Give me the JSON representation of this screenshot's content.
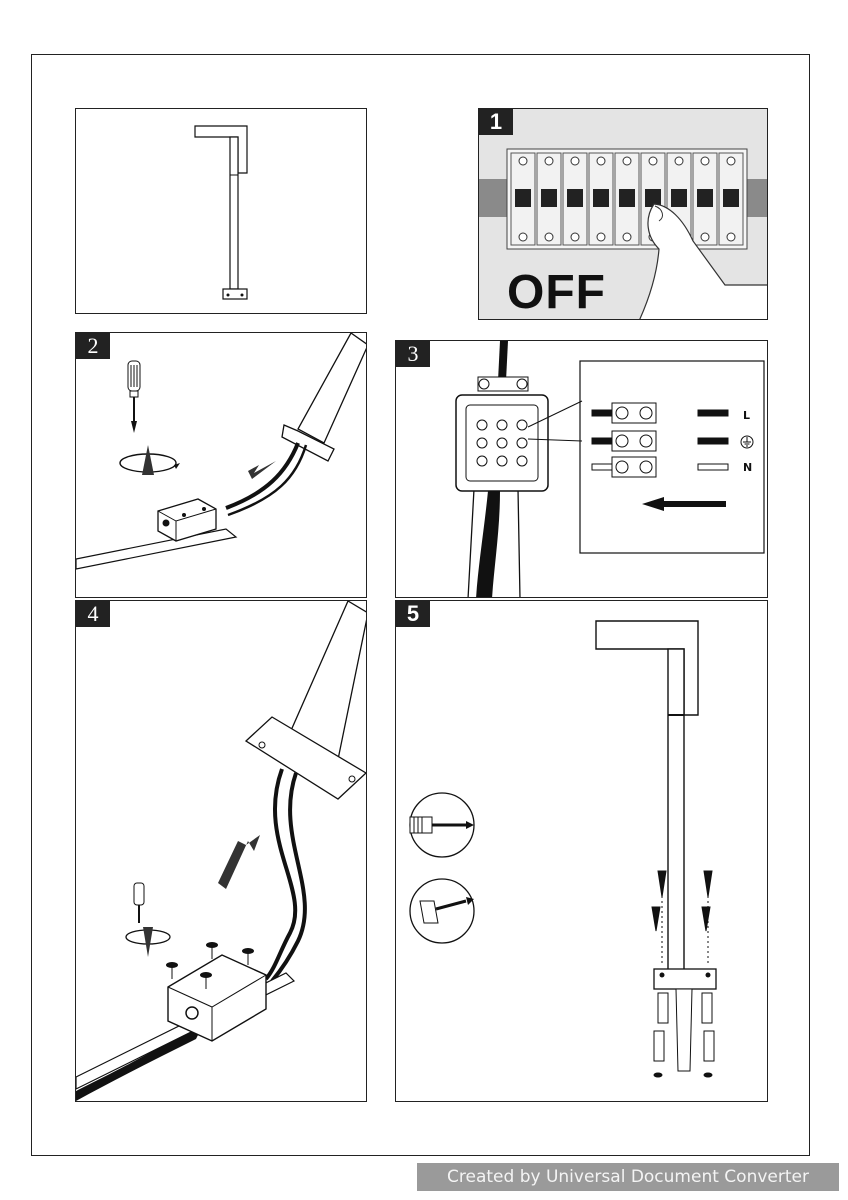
{
  "steps": {
    "one": "1",
    "two": "2",
    "three": "3",
    "four": "4",
    "five": "5"
  },
  "step1": {
    "off_label": "OFF"
  },
  "step3": {
    "wire_labels": {
      "live": "L",
      "neutral": "N"
    }
  },
  "watermark": "Created by Universal Document Converter",
  "icons": [
    "screwdriver-icon",
    "phillips-screwdriver-icon",
    "flat-screwdriver-icon",
    "rotate-arrow-icon",
    "earth-ground-icon",
    "direction-arrow-icon"
  ]
}
